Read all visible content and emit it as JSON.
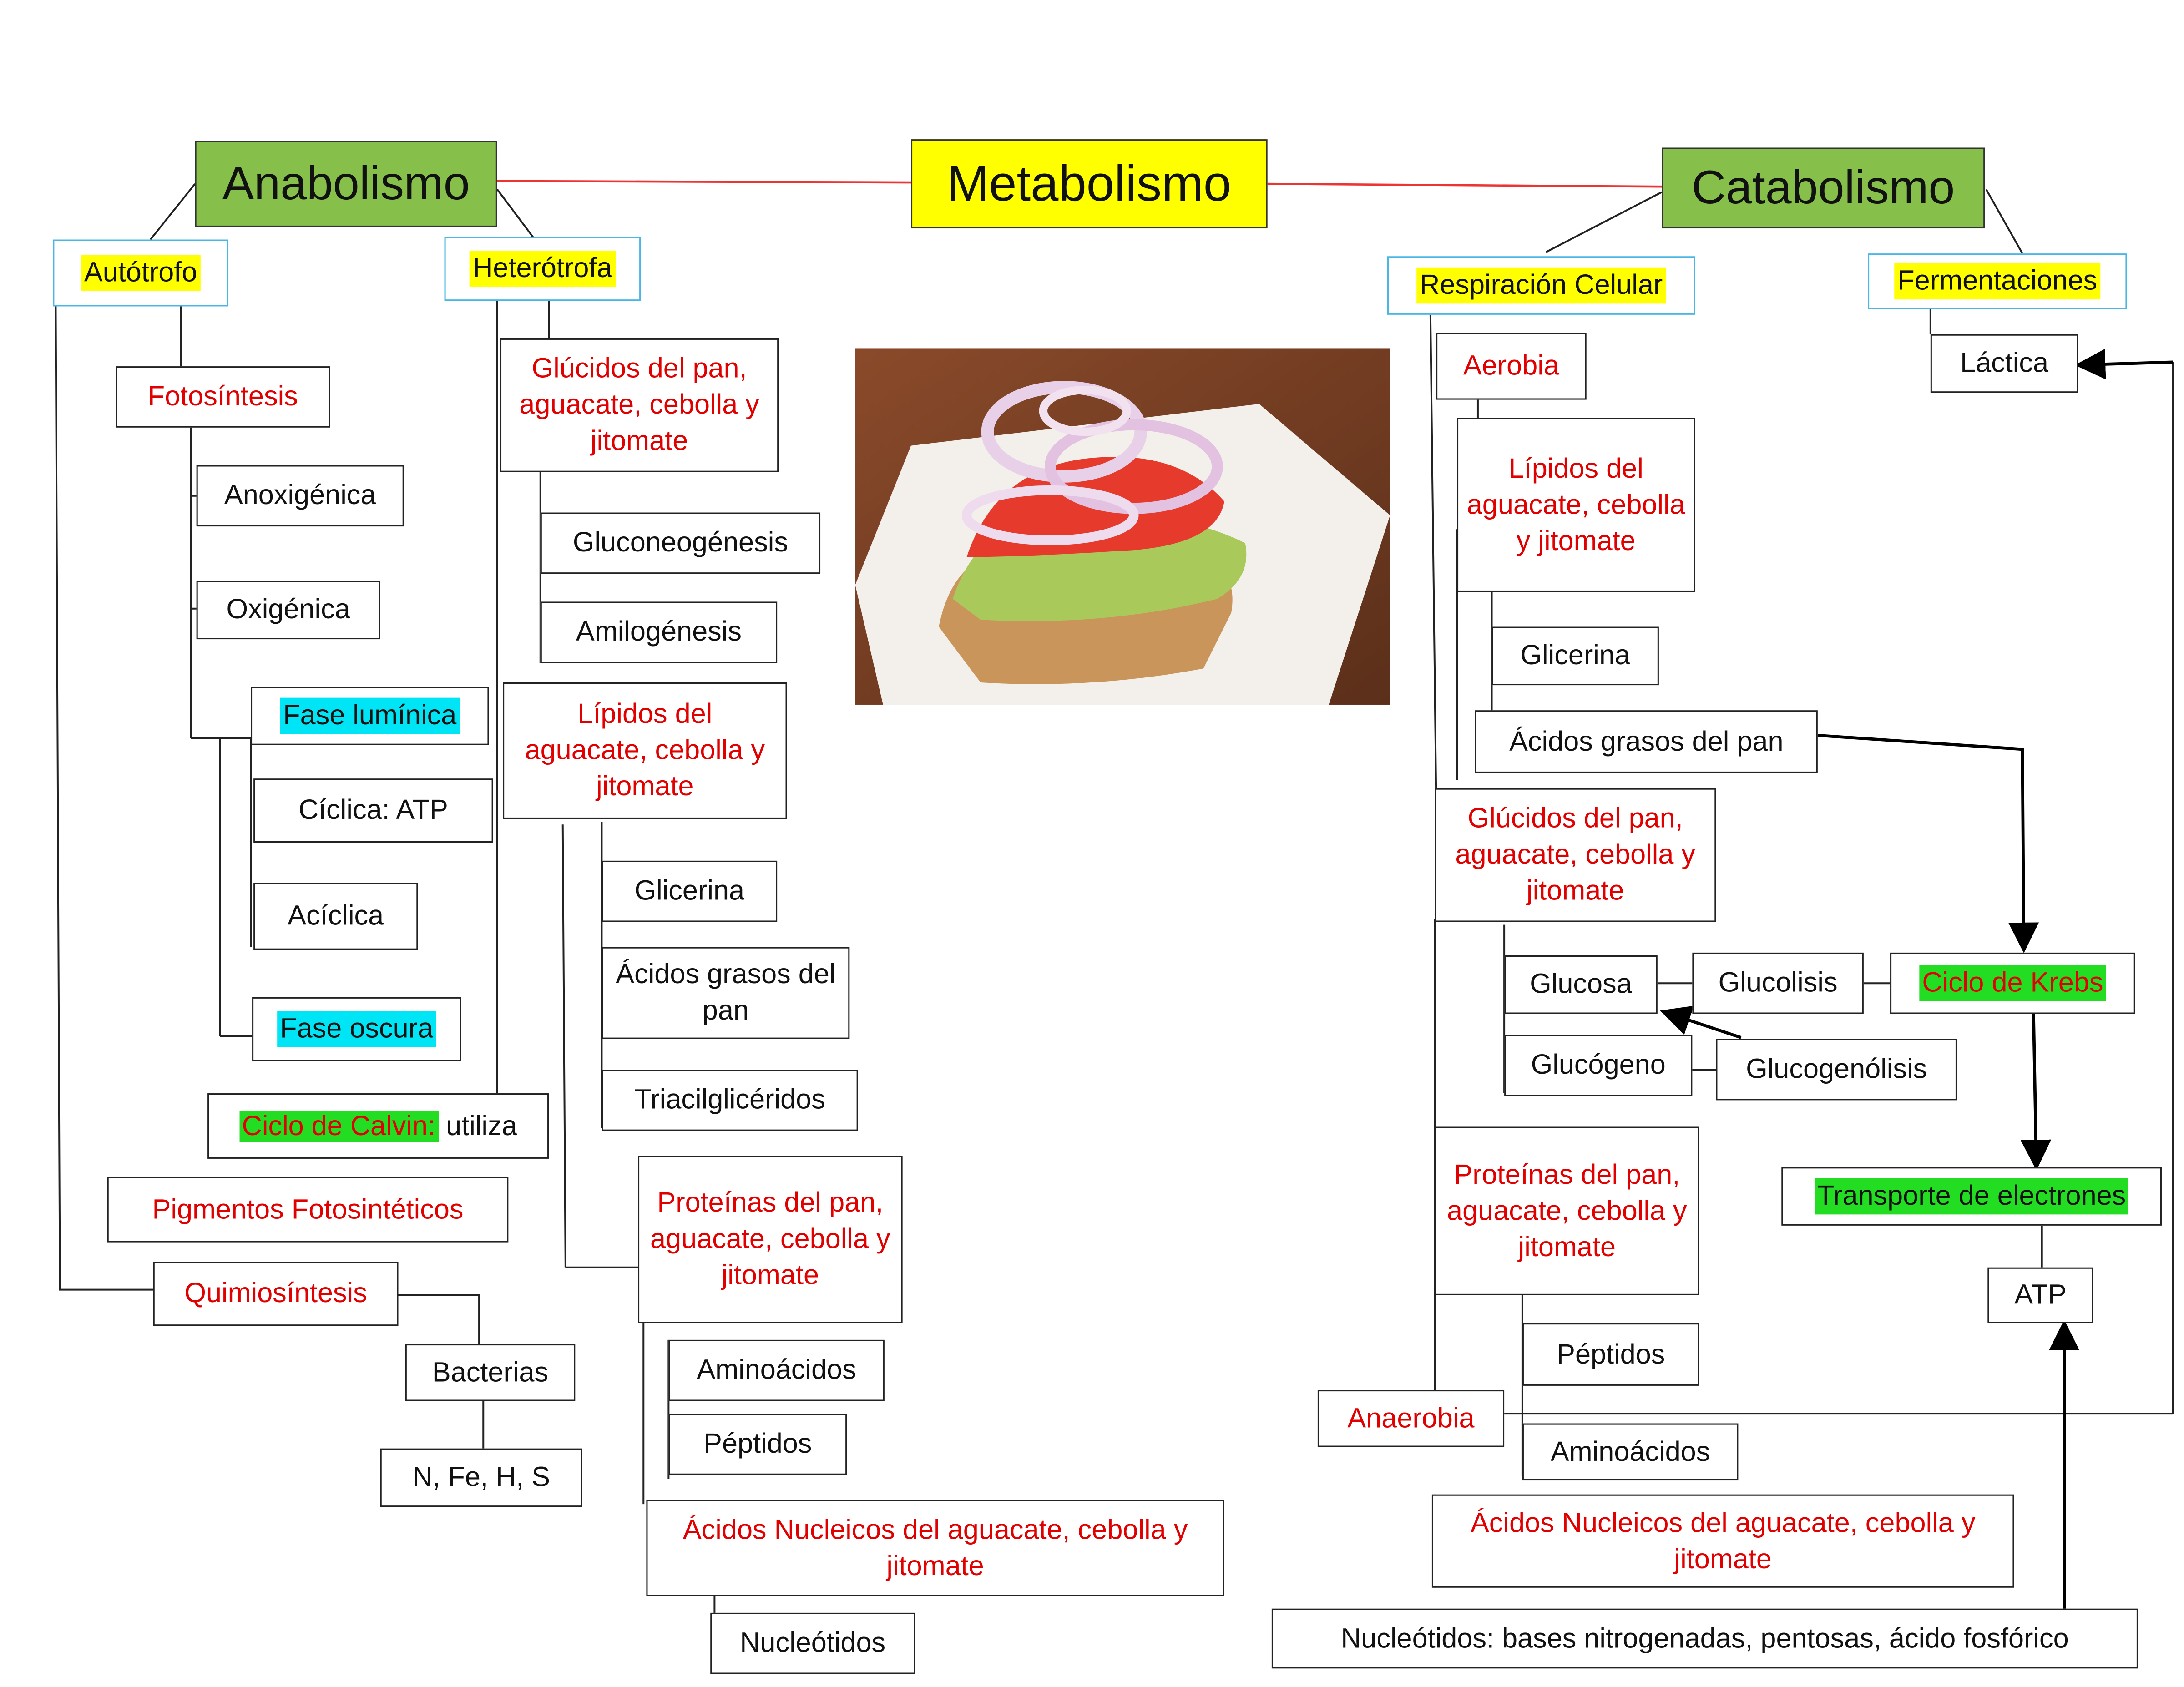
{
  "root": "Metabolismo",
  "anabolismo": {
    "title": "Anabolismo",
    "autotrofo": "Autótrofo",
    "heterotrofa": "Heterótrofa",
    "fotosintesis": "Fotosíntesis",
    "anoxigenica": "Anoxigénica",
    "oxigenica": "Oxigénica",
    "fase_luminica": "Fase lumínica",
    "ciclica": "Cíclica: ATP",
    "aciclica": "Acíclica",
    "fase_oscura": "Fase oscura",
    "ciclo_calvin": "Ciclo de Calvin:",
    "utiliza": " utiliza",
    "pigmentos": "Pigmentos Fotosintéticos",
    "quimiosintesis": "Quimiosíntesis",
    "bacterias": "Bacterias",
    "elementos": "N, Fe, H, S",
    "glucidos": "Glúcidos del pan, aguacate, cebolla y jitomate",
    "gluconeogenesis": "Gluconeogénesis",
    "amilogenesis": "Amilogénesis",
    "lipidos": "Lípidos del aguacate, cebolla y jitomate",
    "glicerina": "Glicerina",
    "acidos_grasos": "Ácidos grasos del pan",
    "triacilgliceridos": "Triacilglicéridos",
    "proteinas": "Proteínas del pan, aguacate, cebolla y jitomate",
    "aminoacidos": "Aminoácidos",
    "peptidos": "Péptidos",
    "acidos_nucleicos": "Ácidos Nucleicos del aguacate, cebolla y jitomate",
    "nucleotidos": "Nucleótidos"
  },
  "catabolismo": {
    "title": "Catabolismo",
    "respiracion": "Respiración Celular",
    "fermentaciones": "Fermentaciones",
    "lactica": "Láctica",
    "aerobia": "Aerobia",
    "lipidos": "Lípidos del aguacate, cebolla y jitomate",
    "glicerina": "Glicerina",
    "acidos_grasos": "Ácidos grasos del pan",
    "glucidos": "Glúcidos del pan, aguacate, cebolla y jitomate",
    "glucosa": "Glucosa",
    "glucolisis": "Glucolisis",
    "ciclo_krebs": "Ciclo de Krebs",
    "glucogeno": "Glucógeno",
    "glucogenolisis": "Glucogenólisis",
    "proteinas": "Proteínas del pan, aguacate, cebolla y jitomate",
    "transporte": "Transporte de electrones",
    "atp": "ATP",
    "peptidos": "Péptidos",
    "anaerobia": "Anaerobia",
    "aminoacidos": "Aminoácidos",
    "acidos_nucleicos": "Ácidos Nucleicos del aguacate, cebolla y jitomate",
    "nucleotidos": "Nucleótidos: bases nitrogenadas, pentosas, ácido fosfórico"
  },
  "colors": {
    "red_text": "#e00000",
    "green_header": "#86c04a",
    "yellow": "#ffff00",
    "cyan": "#00e5f5",
    "green_hl": "#22dd22",
    "blue_border": "#49b6e6"
  }
}
